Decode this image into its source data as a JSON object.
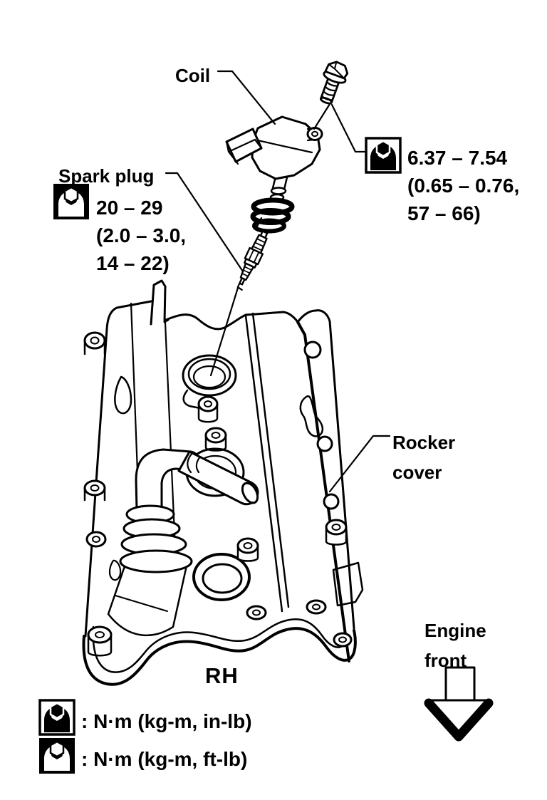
{
  "diagram": {
    "part_labels": {
      "coil": "Coil",
      "spark_plug": "Spark plug",
      "rocker_cover_line1": "Rocker",
      "rocker_cover_line2": "cover",
      "position": "RH",
      "engine_front_line1": "Engine",
      "engine_front_line2": "front"
    },
    "torque_specs": {
      "coil_bolt": {
        "icon": "torque-wrench-inlb-icon",
        "line1": "6.37 – 7.54",
        "line2": "(0.65 – 0.76,",
        "line3": "57 – 66)"
      },
      "spark_plug": {
        "icon": "torque-wrench-ftlb-icon",
        "line1": "20 – 29",
        "line2": "(2.0 – 3.0,",
        "line3": "14 – 22)"
      }
    },
    "legend": [
      {
        "icon": "torque-wrench-inlb-icon",
        "text": ": N·m (kg-m, in-lb)"
      },
      {
        "icon": "torque-wrench-ftlb-icon",
        "text": ": N·m (kg-m, ft-lb)"
      }
    ],
    "colors": {
      "line": "#000000",
      "background": "#ffffff"
    }
  }
}
